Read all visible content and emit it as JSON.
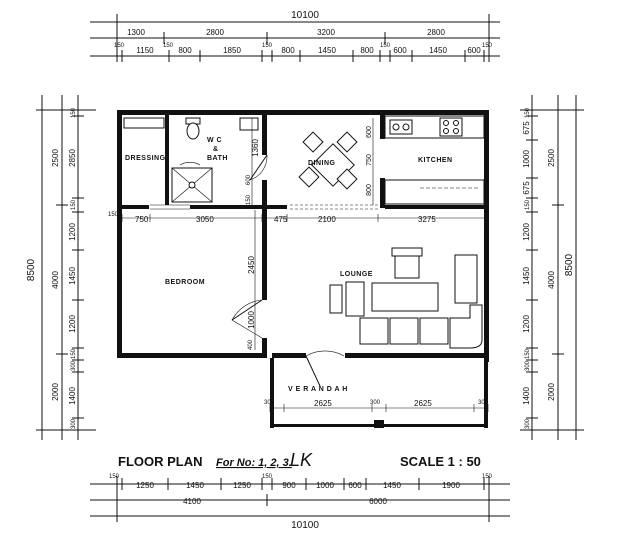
{
  "top_dims": {
    "total": "10100",
    "row1": [
      "1300",
      "2800",
      "3200",
      "2800"
    ],
    "row2": [
      "150",
      "1150",
      "150",
      "800",
      "1850",
      "150",
      "800",
      "1450",
      "800",
      "150",
      "600",
      "1450",
      "600",
      "150"
    ]
  },
  "bottom_dims": {
    "total": "10100",
    "row1": [
      "4100",
      "6000"
    ],
    "row2": [
      "150",
      "1250",
      "1450",
      "1250",
      "150",
      "900",
      "1000",
      "600",
      "1450",
      "1900",
      "150"
    ]
  },
  "left_dims": {
    "total": "8500",
    "outer": [
      "2500",
      "4000",
      "2000"
    ],
    "inner": [
      "150",
      "2850",
      "150",
      "1200",
      "1450",
      "1200",
      "150",
      "300",
      "1400",
      "300"
    ]
  },
  "right_dims": {
    "total": "8500",
    "outer": [
      "2500",
      "4000",
      "2000"
    ],
    "inner": [
      "150",
      "675",
      "1000",
      "675",
      "150",
      "1200",
      "1450",
      "1200",
      "150",
      "300",
      "1400",
      "300"
    ]
  },
  "interior_dims": {
    "d_150": "150",
    "d_750": "750",
    "d_3050": "3050",
    "d_475": "475",
    "d_2100": "2100",
    "d_3275": "3275",
    "d_1360": "1360",
    "d_600": "600",
    "d_150b": "150",
    "d_2450": "2450",
    "d_1000": "1000",
    "d_400": "400",
    "d_600k": "600",
    "d_750k": "750",
    "d_800k": "800",
    "d_300a": "300",
    "d_2625a": "2625",
    "d_300b": "300",
    "d_2625b": "2625",
    "d_300c": "300"
  },
  "rooms": {
    "dressing": "DRESSING",
    "wc": "W C",
    "amp": "&",
    "bath": "BATH",
    "dining": "DINING",
    "kitchen": "KITCHEN",
    "bedroom": "BEDROOM",
    "lounge": "LOUNGE",
    "verandah": "V E R A N D A H"
  },
  "title": {
    "label": "FLOOR PLAN",
    "for_no": "For No: 1, 2, 3.",
    "initials": "LK",
    "scale": "SCALE 1 : 50"
  }
}
